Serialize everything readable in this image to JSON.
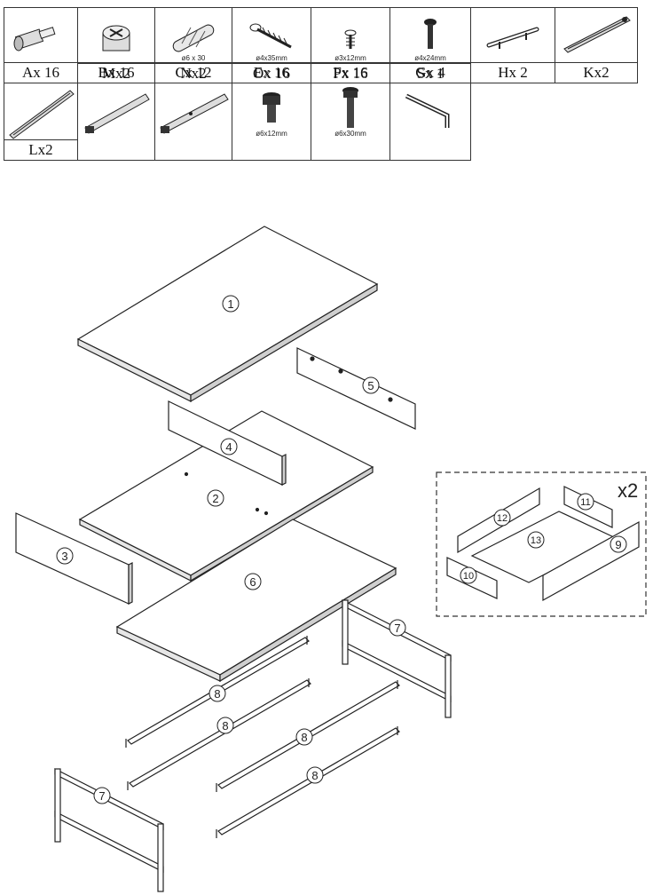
{
  "hardware": {
    "row1": [
      {
        "id": "A",
        "label": "Ax 16",
        "icon": "cam-bolt-icon",
        "size": ""
      },
      {
        "id": "B",
        "label": "Bx 16",
        "icon": "cam-lock-icon",
        "size": ""
      },
      {
        "id": "C",
        "label": "Cx 12",
        "icon": "wooden-dowel-icon",
        "size": "ø6 x 30"
      },
      {
        "id": "E",
        "label": "Ex 16",
        "icon": "wood-screw-icon",
        "size": "ø4x35mm"
      },
      {
        "id": "F",
        "label": "Fx 16",
        "icon": "short-screw-icon",
        "size": "ø3x12mm"
      },
      {
        "id": "G",
        "label": "Gx 4",
        "icon": "handle-screw-icon",
        "size": "ø4x24mm"
      },
      {
        "id": "H",
        "label": "Hx 2",
        "icon": "bar-handle-icon",
        "size": ""
      },
      {
        "id": "K",
        "label": "Kx2",
        "icon": "drawer-slide-icon",
        "size": ""
      }
    ],
    "row2": [
      {
        "id": "L",
        "label": "Lx2",
        "icon": "drawer-slide-icon",
        "size": ""
      },
      {
        "id": "M",
        "label": "Mx2",
        "icon": "drawer-slide-icon",
        "size": ""
      },
      {
        "id": "N",
        "label": "Nx2",
        "icon": "drawer-slide-icon",
        "size": ""
      },
      {
        "id": "O",
        "label": "Ox 16",
        "icon": "hex-bolt-icon",
        "size": "ø6x12mm"
      },
      {
        "id": "P",
        "label": "Px 16",
        "icon": "long-hex-bolt-icon",
        "size": "ø6x30mm"
      },
      {
        "id": "S",
        "label": "Sx 1",
        "icon": "allen-key-icon",
        "size": ""
      }
    ]
  },
  "parts": {
    "p1": "1",
    "p2": "2",
    "p3": "3",
    "p4": "4",
    "p5": "5",
    "p6": "6",
    "p7a": "7",
    "p7b": "7",
    "p8a": "8",
    "p8b": "8",
    "p8c": "8",
    "p8d": "8",
    "p9": "9",
    "p10": "10",
    "p11": "11",
    "p12": "12",
    "p13": "13"
  },
  "drawer_multiplier": "x2"
}
